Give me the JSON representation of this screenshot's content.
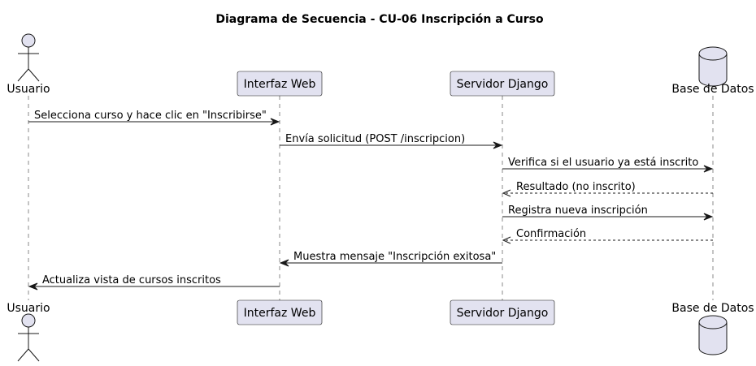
{
  "title": "Diagrama de Secuencia - CU-06 Inscripción a Curso",
  "colors": {
    "participant_fill": "#E2E2F0",
    "stroke": "#181818",
    "lifeline": "#888888",
    "background": "#FFFFFF"
  },
  "participants": [
    {
      "id": "usuario",
      "label": "Usuario",
      "kind": "actor"
    },
    {
      "id": "interfaz",
      "label": "Interfaz Web",
      "kind": "participant"
    },
    {
      "id": "servidor",
      "label": "Servidor Django",
      "kind": "participant"
    },
    {
      "id": "bd",
      "label": "Base de Datos",
      "kind": "database"
    }
  ],
  "messages": [
    {
      "from": "usuario",
      "to": "interfaz",
      "label": "Selecciona curso y hace clic en \"Inscribirse\"",
      "type": "sync"
    },
    {
      "from": "interfaz",
      "to": "servidor",
      "label": "Envía solicitud (POST /inscripcion)",
      "type": "sync"
    },
    {
      "from": "servidor",
      "to": "bd",
      "label": "Verifica si el usuario ya está inscrito",
      "type": "sync"
    },
    {
      "from": "bd",
      "to": "servidor",
      "label": "Resultado (no inscrito)",
      "type": "reply"
    },
    {
      "from": "servidor",
      "to": "bd",
      "label": "Registra nueva inscripción",
      "type": "sync"
    },
    {
      "from": "bd",
      "to": "servidor",
      "label": "Confirmación",
      "type": "reply"
    },
    {
      "from": "servidor",
      "to": "interfaz",
      "label": "Muestra mensaje \"Inscripción exitosa\"",
      "type": "sync"
    },
    {
      "from": "interfaz",
      "to": "usuario",
      "label": "Actualiza vista de cursos inscritos",
      "type": "sync"
    }
  ]
}
